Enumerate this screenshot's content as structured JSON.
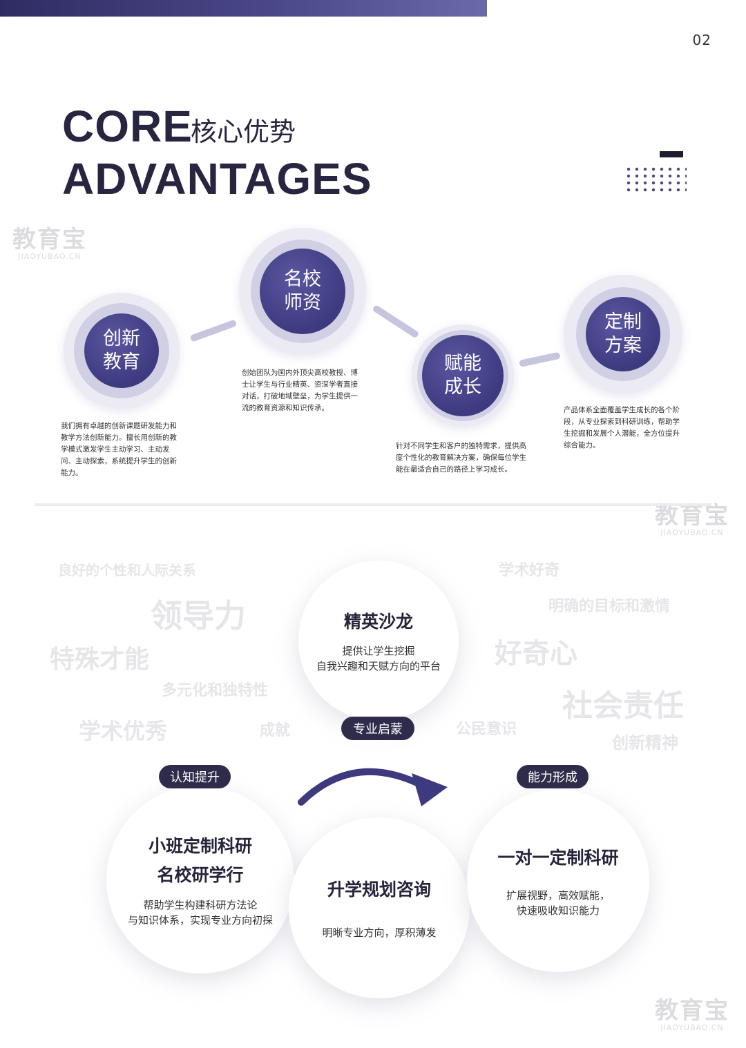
{
  "page_number": "02",
  "header": {
    "title_line1": "CORE",
    "title_cn": "核心优势",
    "title_line2": "ADVANTAGES"
  },
  "watermark": {
    "cn": "教育宝",
    "en": "JIAOYUBAO.CN"
  },
  "advantages": [
    {
      "title_l1": "创新",
      "title_l2": "教育",
      "desc": "我们拥有卓越的创新课题研发能力和教学方法创新能力。擅长用创新的教学模式激发学生主动学习、主动发问、主动探索，系统提升学生的创新能力。"
    },
    {
      "title_l1": "名校",
      "title_l2": "师资",
      "desc": "创始团队为国内外顶尖高校教授、博士让学生与行业精英、资深学者直接对话，打破地域壁垒，为学生提供一流的教育资源和知识传承。"
    },
    {
      "title_l1": "赋能",
      "title_l2": "成长",
      "desc": "针对不同学生和客户的独特需求，提供高度个性化的教育解决方案，确保每位学生能在最适合自己的路径上学习成长。"
    },
    {
      "title_l1": "定制",
      "title_l2": "方案",
      "desc": "产品体系全面覆盖学生成长的各个阶段，从专业探索到科研训练，帮助学生挖掘和发展个人潜能，全方位提升综合能力。"
    }
  ],
  "word_cloud": [
    "良好的个性和人际关系",
    "学术好奇",
    "领导力",
    "明确的目标和激情",
    "特殊才能",
    "好奇心",
    "多元化和独特性",
    "社会责任",
    "学术优秀",
    "成就",
    "公民意识",
    "创新精神"
  ],
  "stages": {
    "top": {
      "title": "精英沙龙",
      "desc_l1": "提供让学生挖掘",
      "desc_l2": "自我兴趣和天赋方向的平台"
    },
    "pill_top": "专业启蒙",
    "left": {
      "pill": "认知提升",
      "title_l1": "小班定制科研",
      "title_l2": "名校研学行",
      "desc_l1": "帮助学生构建科研方法论",
      "desc_l2": "与知识体系，实现专业方向初探"
    },
    "center": {
      "title": "升学规划咨询",
      "desc": "明晰专业方向，厚积薄发"
    },
    "right": {
      "pill": "能力形成",
      "title": "一对一定制科研",
      "desc_l1": "扩展视野，高效赋能，",
      "desc_l2": "快速吸收知识能力"
    }
  },
  "colors": {
    "primary": "#3e3a80",
    "dark": "#2e2c4a",
    "ring": "#d0cfe3"
  }
}
